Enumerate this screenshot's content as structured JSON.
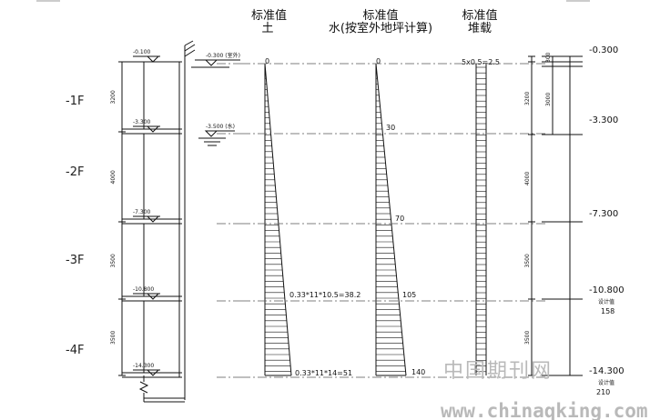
{
  "headers": {
    "soil": [
      "标准值",
      "土"
    ],
    "water": [
      "标准值",
      "水(按室外地坪计算)"
    ],
    "surcharge": [
      "标准值",
      "堆载"
    ]
  },
  "floors": [
    "-1F",
    "-2F",
    "-3F",
    "-4F"
  ],
  "left_section": {
    "levels": [
      "-0.100",
      "-3.300",
      "-7.300",
      "-10.800",
      "-14.300"
    ],
    "dims": [
      "3200",
      "4000",
      "3500",
      "3500"
    ],
    "ground_level": "-0.300 (室外)",
    "water_level": "-3.500 (水)"
  },
  "soil_diagram": {
    "top_value": "0",
    "formulas": [
      "0.33*11*10.5=38.2",
      "0.33*11*14=51"
    ]
  },
  "water_diagram": {
    "values": [
      "0",
      "30",
      "70",
      "105",
      "140"
    ]
  },
  "surcharge_diagram": {
    "value": "5x0.5=2.5"
  },
  "right_section": {
    "levels": [
      "-0.300",
      "-3.300",
      "-7.300",
      "-10.800",
      "-14.300"
    ],
    "dims": [
      "3200",
      "4000",
      "3500",
      "3500"
    ],
    "dims_inner": [
      "300",
      "3000"
    ],
    "design_labels": [
      "设计值",
      "设计值"
    ],
    "design_values": [
      "158",
      "210"
    ]
  },
  "watermark": {
    "cn": "中国期刊网",
    "url": "www.chinaqking.com"
  }
}
